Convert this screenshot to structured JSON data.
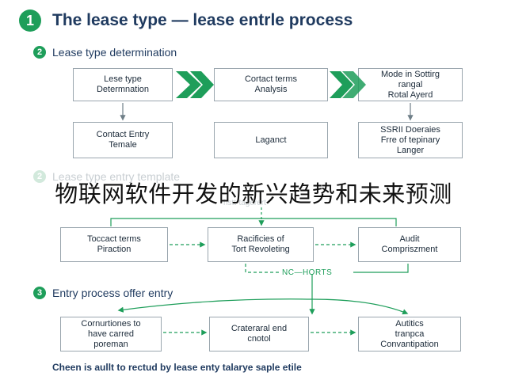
{
  "title": "The lease type — lease entrle process",
  "title_badge": "1",
  "sections": [
    {
      "badge": "2",
      "label": "Lease type determination"
    },
    {
      "badge": "2",
      "label": "Lease type entry template"
    },
    {
      "badge": "3",
      "label": "Entry process offer entry"
    }
  ],
  "section1": {
    "boxes": [
      "Lese type\nDetermnation",
      "Cortact terms\nAnalysis",
      "Mode in Sottirg\nrangal\nRotal Ayerd",
      "Contact Entry\nTemale",
      "Laganct",
      "SSRII Doeraies\nFrre of tepinary\nLanger"
    ]
  },
  "section2": {
    "faded_caption": "hstt-tagerert",
    "boxes": [
      "Toccact terms\nPiraction",
      "Racificies of\nTort Revoleting",
      "Audit\nCompriszment"
    ],
    "loop_label": "NC—HORTS"
  },
  "section3": {
    "boxes": [
      "Cornurtiones to\nhave carred\nporeman",
      "Crateraral end\ncnotol",
      "Autitics\ntranpca\nConvantipation"
    ]
  },
  "banner": "物联网软件开发的新兴趋势和未来预测",
  "footer": "Cheen is aullt to rectud by lease enty talarye saple etile",
  "colors": {
    "accent": "#1e9e5a",
    "title": "#1f3a5f",
    "border": "#9aa6ae"
  }
}
